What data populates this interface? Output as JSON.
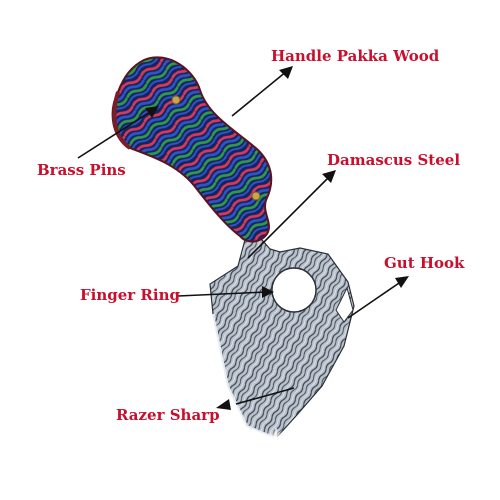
{
  "labels": {
    "handle": "Handle Pakka Wood",
    "brass_pins": "Brass Pins",
    "damascus": "Damascus Steel",
    "gut_hook": "Gut Hook",
    "finger_ring": "Finger Ring",
    "razer_sharp": "Razer Sharp"
  },
  "colors": {
    "label_text": "#c8102e",
    "arrow": "#111111",
    "steel_base": "#b9c1cb",
    "steel_dark": "#3a4250",
    "wood_red": "#d63a5a",
    "wood_blue": "#2c55c8",
    "wood_green": "#2e9a4a",
    "wood_navy": "#18235e",
    "pin": "#c9a44a"
  }
}
